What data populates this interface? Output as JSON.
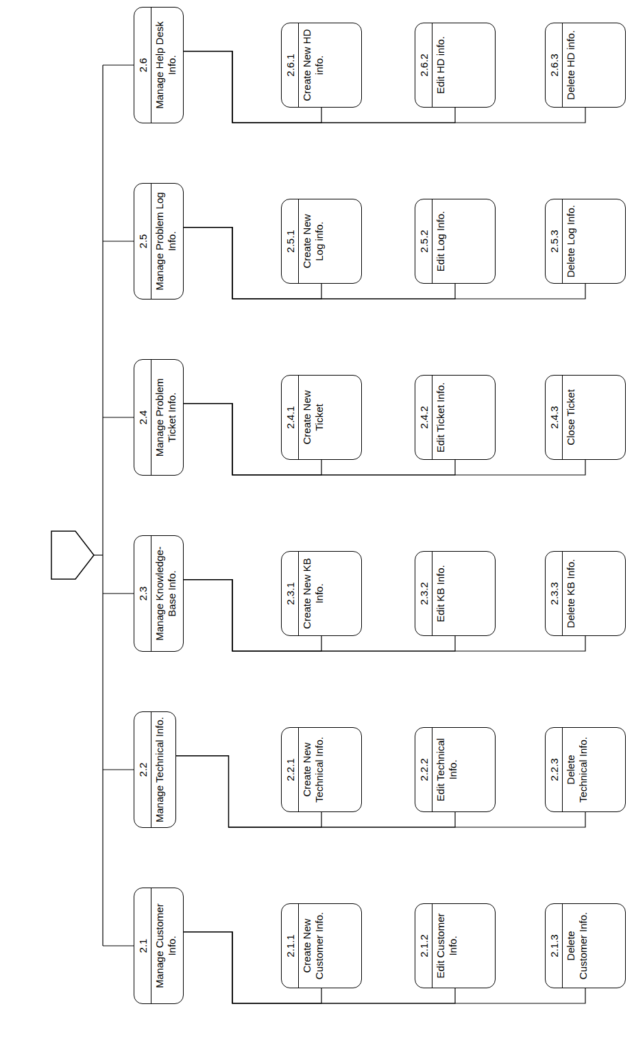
{
  "diagram": {
    "nodes": [
      {
        "text": [
          "2.1",
          "Manage Customer Info."
        ]
      },
      {
        "text": [
          "2.1.1",
          "Create New Customer Info."
        ]
      },
      {
        "text": [
          "2.1.2",
          "Edit Customer Info."
        ]
      },
      {
        "text": [
          "2.1.3",
          "Delete Customer Info."
        ]
      },
      {
        "text": [
          "2.2",
          "Manage Technical Info."
        ]
      },
      {
        "text": [
          "2.2.1",
          "Create New Technical Info."
        ]
      },
      {
        "text": [
          "2.2.2",
          "Edit Technical Info."
        ]
      },
      {
        "text": [
          "2.2.3",
          "Delete Technical Info."
        ]
      },
      {
        "text": [
          "2.3",
          "Manage Knowledge-Base Info."
        ]
      },
      {
        "text": [
          "2.3.1",
          "Create New KB Info."
        ]
      },
      {
        "text": [
          "2.3.2",
          "Edit KB Info."
        ]
      },
      {
        "text": [
          "2.3.3",
          "Delete KB Info."
        ]
      },
      {
        "text": [
          "2.4",
          "Manage Problem Ticket Info."
        ]
      },
      {
        "text": [
          "2.4.1",
          "Create New Ticket"
        ]
      },
      {
        "text": [
          "2.4.2",
          "Edit Ticket Info."
        ]
      },
      {
        "text": [
          "2.4.3",
          "Close Ticket"
        ]
      },
      {
        "text": [
          "2.5",
          "Manage Problem Log Info."
        ]
      },
      {
        "text": [
          "2.5.1",
          "Create New Log info."
        ]
      },
      {
        "text": [
          "2.5.2",
          "Edit Log Info."
        ]
      },
      {
        "text": [
          "2.5.3",
          "Delete Log Info."
        ]
      },
      {
        "text": [
          "2.6",
          "Manage Help Desk Info."
        ]
      },
      {
        "text": [
          "2.6.1",
          "Create New HD info."
        ]
      },
      {
        "text": [
          "2.6.2",
          "Edit HD info."
        ]
      },
      {
        "text": [
          "2.6.3",
          "Delete HD info."
        ]
      }
    ],
    "edges": [
      {
        "from": 0,
        "to": 1,
        "arrow": "none"
      },
      {
        "from": 0,
        "to": 2,
        "arrow": "none"
      },
      {
        "from": 0,
        "to": 3,
        "arrow": "none"
      },
      {
        "from": 4,
        "to": 5,
        "arrow": "none"
      },
      {
        "from": 4,
        "to": 6,
        "arrow": "none"
      },
      {
        "from": 4,
        "to": 7,
        "arrow": "none"
      },
      {
        "from": 8,
        "to": 9,
        "arrow": "none"
      },
      {
        "from": 8,
        "to": 10,
        "arrow": "none"
      },
      {
        "from": 8,
        "to": 11,
        "arrow": "none"
      },
      {
        "from": 12,
        "to": 13,
        "arrow": "none"
      },
      {
        "from": 12,
        "to": 14,
        "arrow": "none"
      },
      {
        "from": 12,
        "to": 15,
        "arrow": "none"
      },
      {
        "from": 16,
        "to": 17,
        "arrow": "none"
      },
      {
        "from": 16,
        "to": 18,
        "arrow": "none"
      },
      {
        "from": 16,
        "to": 19,
        "arrow": "none"
      },
      {
        "from": 20,
        "to": 21,
        "arrow": "none"
      },
      {
        "from": 20,
        "to": 22,
        "arrow": "none"
      },
      {
        "from": 20,
        "to": 23,
        "arrow": "none"
      }
    ]
  }
}
